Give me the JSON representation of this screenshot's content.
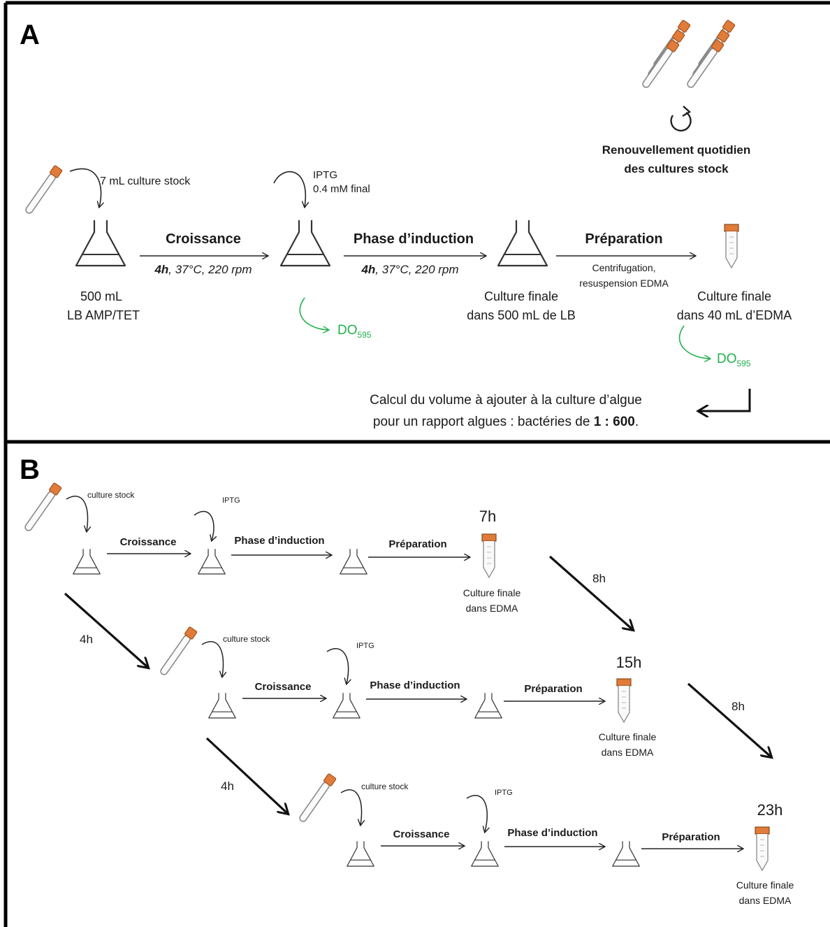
{
  "colors": {
    "text": "#1a1a1a",
    "green": "#22b14c",
    "cap": "#e07b39",
    "border": "#000000"
  },
  "icons": [
    "flask-icon",
    "tube-icon",
    "falcon-tube-icon",
    "curved-arrow-icon",
    "rotate-icon",
    "arrow-icon"
  ],
  "panelA": {
    "letter": "A",
    "stock_note": "7 mL culture stock",
    "renewal_line1": "Renouvellement  quotidien",
    "renewal_line2": "des cultures stock",
    "iptg_line1": "IPTG",
    "iptg_line2": "0.4 mM final",
    "step1_title": "Croissance",
    "step1_bold": "4h",
    "step1_rest": ", 37°C, 220 rpm",
    "step2_title": "Phase d’induction",
    "step2_bold": "4h",
    "step2_rest": ", 37°C, 220 rpm",
    "step3_title": "Préparation",
    "step3_sub1": "Centrifugation,",
    "step3_sub2": "resuspension EDMA",
    "flask1_line1": "500 mL",
    "flask1_line2": "LB AMP/TET",
    "flask3_line1": "Culture finale",
    "flask3_line2": "dans 500 mL de LB",
    "tube_line1": "Culture finale",
    "tube_line2": "dans 40 mL d’EDMA",
    "do_label": "DO",
    "do_sub": "595",
    "calc_line1": "Calcul du volume à ajouter à la culture d’algue",
    "calc_line2_prefix": "pour un rapport algues : bactéries  de ",
    "calc_ratio": "1 : 600",
    "calc_suffix": "."
  },
  "panelB": {
    "letter": "B",
    "rows": [
      {
        "stock": "culture stock",
        "iptg": "IPTG",
        "step1": "Croissance",
        "step2": "Phase d’induction",
        "step3": "Préparation",
        "time": "7h",
        "final1": "Culture finale",
        "final2": "dans EDMA"
      },
      {
        "stock": "culture stock",
        "iptg": "IPTG",
        "step1": "Croissance",
        "step2": "Phase d’induction",
        "step3": "Préparation",
        "time": "15h",
        "final1": "Culture finale",
        "final2": "dans EDMA"
      },
      {
        "stock": "culture stock",
        "iptg": "IPTG",
        "step1": "Croissance",
        "step2": "Phase d’induction",
        "step3": "Préparation",
        "time": "23h",
        "final1": "Culture finale",
        "final2": "dans EDMA"
      }
    ],
    "delay_start": "4h",
    "delay_between": "8h"
  }
}
